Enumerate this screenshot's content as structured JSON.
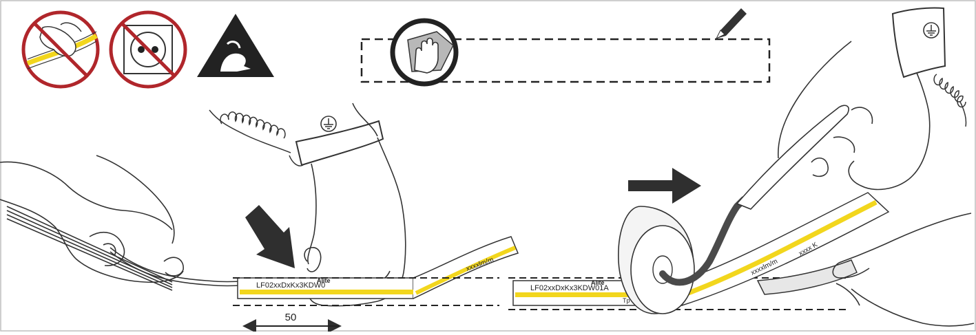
{
  "colors": {
    "prohibit": "#b0262b",
    "dark": "#2f2f2f",
    "strip_phosphor": "#f2d61d",
    "panel_border": "#bdbdbd",
    "tape_fill": "#e7e7e7"
  },
  "icons": {
    "no_touch_strip": "no-touch-strip-icon",
    "no_mains_socket": "no-mains-socket-icon",
    "esd_warning": "esd-warning-icon",
    "clean_surface": "clean-surface-hand-icon",
    "pencil": "pencil-icon",
    "ground_symbol": "ground-symbol-icon"
  },
  "steps": {
    "strip_print": "LF02xxDxKx3KDW0",
    "strip_print_right": "LF02xxDxKx3KDW01A",
    "strip_brand": "Alite",
    "strip_lumen": "xxxxlm/m",
    "strip_kelvin": "xxxx K",
    "tp_mark": "Tp",
    "dimension_label": "50"
  }
}
